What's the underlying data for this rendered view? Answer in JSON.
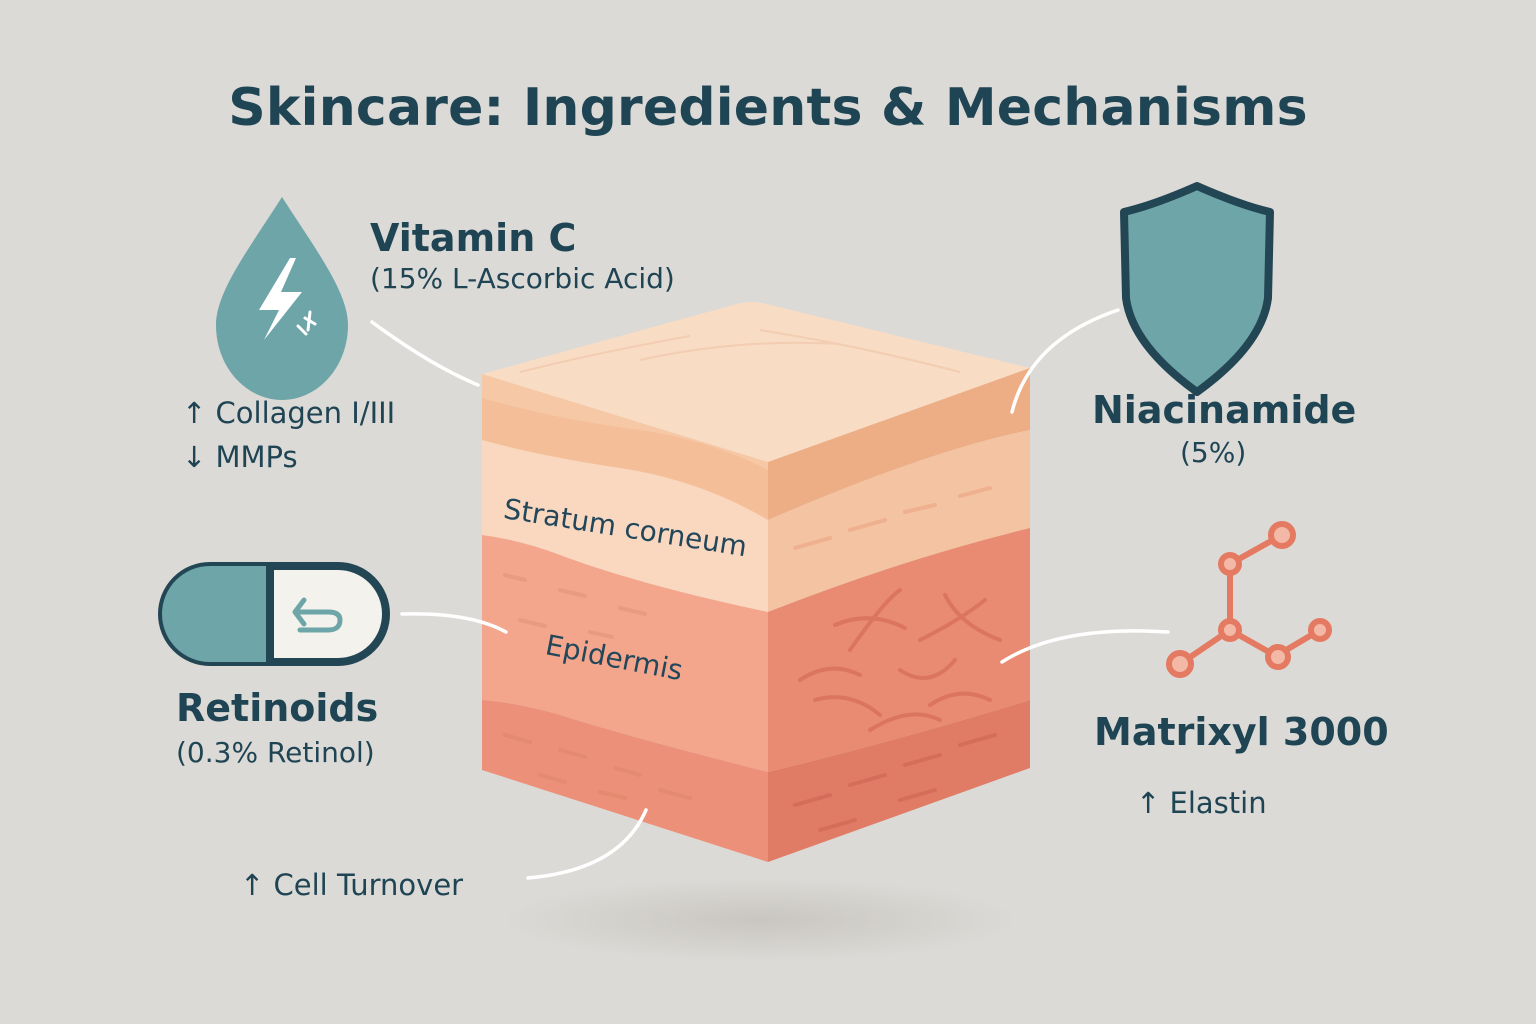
{
  "title": "Skincare: Ingredients & Mechanisms",
  "ingredients": {
    "vitamin_c": {
      "name": "Vitamin C",
      "detail": "(15% L-Ascorbic Acid)",
      "effects": [
        "↑ Collagen I/III",
        "↓ MMPs"
      ],
      "icon": "droplet-lightning-icon"
    },
    "niacinamide": {
      "name": "Niacinamide",
      "detail": "(5%)",
      "icon": "shield-icon"
    },
    "retinoids": {
      "name": "Retinoids",
      "detail": "(0.3% Retinol)",
      "effect": "↑ Cell Turnover",
      "icon": "capsule-icon"
    },
    "matrixyl": {
      "name": "Matrixyl 3000",
      "effect": "↑ Elastin",
      "icon": "molecule-icon"
    }
  },
  "skin_layers": {
    "stratum_corneum": "Stratum corneum",
    "epidermis": "Epidermis"
  },
  "colors": {
    "background": "#dcdad6",
    "text": "#1f4454",
    "teal": "#6ea5a8",
    "coral": "#e8826c",
    "skin_top": "#f8d6bb",
    "skin_mid": "#f5c19c",
    "skin_deep": "#ef9f86"
  }
}
